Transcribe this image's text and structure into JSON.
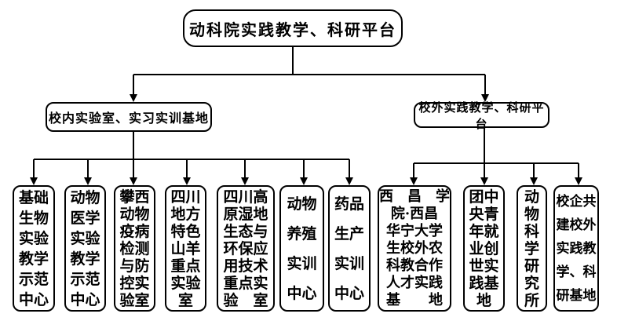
{
  "colors": {
    "line": "#000000",
    "box_border": "#000000",
    "background": "#ffffff",
    "text": "#000000"
  },
  "tree": {
    "root": {
      "label": "动科院实践教学、科研平台"
    },
    "branches": [
      {
        "label": "校内实验室、实习实训基地",
        "children": [
          {
            "label": "基础生物实验教学示范中心",
            "lines": [
              "基础",
              "生物",
              "实验",
              "教学",
              "示范",
              "中心"
            ]
          },
          {
            "label": "动物医学实验教学示范中心",
            "lines": [
              "动物",
              "医学",
              "实验",
              "教学",
              "示范",
              "中心"
            ]
          },
          {
            "label": "攀西动物疫病检测与防控实验室",
            "lines": [
              "攀西",
              "动物",
              "疫病",
              "检测",
              "与防",
              "控实",
              "验室"
            ]
          },
          {
            "label": "四川地方特色山羊重点实验室",
            "lines": [
              "四川",
              "地方",
              "特色",
              "山羊",
              "重点",
              "实验",
              "室"
            ]
          },
          {
            "label": "四川高原湿地生态与环保应用技术重点实验室",
            "lines": [
              "四川高",
              "原湿地",
              "生态与",
              "环保应",
              "用技术",
              "重点实",
              "验　室"
            ]
          },
          {
            "label": "动物养殖实训中心",
            "lines": [
              "动物",
              "养殖",
              "实训",
              "中心"
            ]
          },
          {
            "label": "药品生产实训中心",
            "lines": [
              "药品",
              "生产",
              "实训",
              "中心"
            ]
          }
        ]
      },
      {
        "label": "校外实践教学、科研平台",
        "children": [
          {
            "label": "西昌学院·西昌华宁大学生校外农科教合作人才实践基地",
            "lines": [
              "西　昌　学",
              "院·西昌",
              "华宁大学",
              "生校外农",
              "科教合作",
              "人才实践",
              "基　　地"
            ]
          },
          {
            "label": "团中央青年就业创世实践基地",
            "lines": [
              "团中",
              "央青",
              "年就",
              "业创",
              "世实",
              "践基",
              "地"
            ]
          },
          {
            "label": "动物科学研究所",
            "lines": [
              "动",
              "物",
              "科",
              "学",
              "研",
              "究",
              "所"
            ]
          },
          {
            "label": "校企共建校外实践教学、科研基地",
            "lines": [
              "校企共",
              "建校外",
              "实践教",
              "学、科",
              "研基地"
            ]
          }
        ]
      }
    ]
  }
}
